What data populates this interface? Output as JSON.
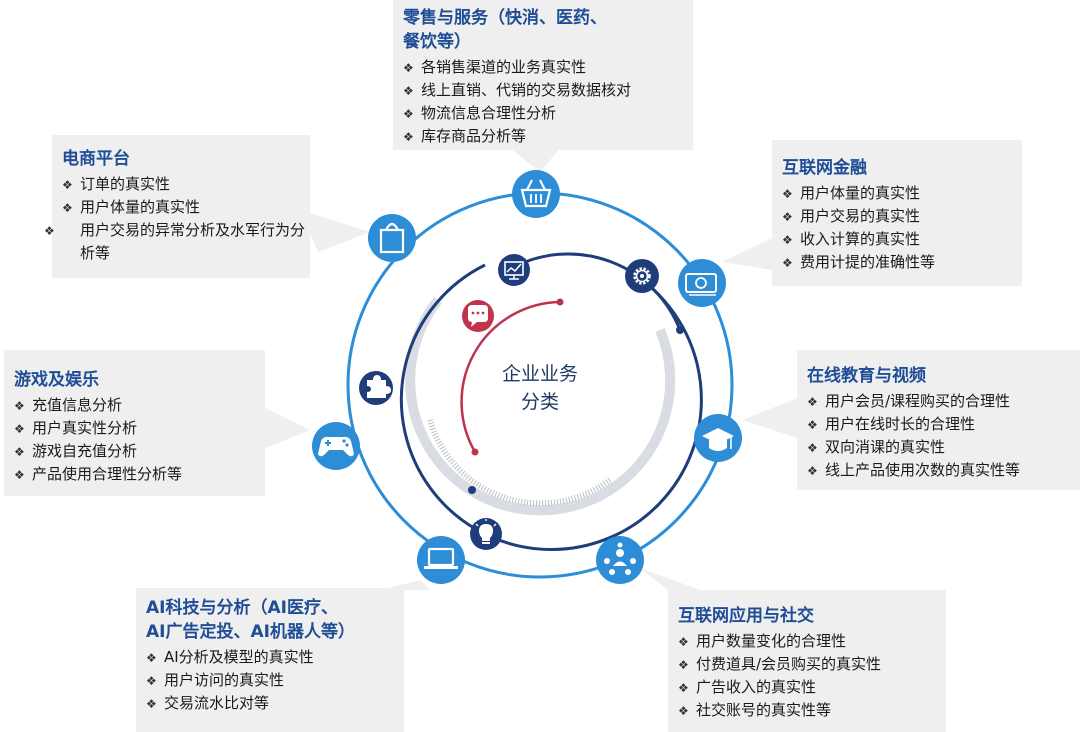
{
  "center": {
    "line1": "企业业务",
    "line2": "分类"
  },
  "colors": {
    "title": "#1f4e96",
    "outer_ring": "#2d8dd6",
    "dark_blue": "#1f3d7a",
    "red": "#c0334d",
    "box_bg": "#efefef"
  },
  "icons": {
    "basket": "basket-icon",
    "bag": "shopping-bag-icon",
    "money": "money-icon",
    "graduation": "graduation-cap-icon",
    "people": "people-network-icon",
    "laptop": "laptop-icon",
    "gamepad": "gamepad-icon",
    "chart": "chart-monitor-icon",
    "gear": "gear-icon",
    "chat": "chat-bubble-icon",
    "puzzle": "puzzle-icon",
    "bulb": "lightbulb-icon"
  },
  "categories": {
    "retail": {
      "title_line1": "零售与服务（快消、医药、",
      "title_line2": "餐饮等）",
      "items": [
        "各销售渠道的业务真实性",
        "线上直销、代销的交易数据核对",
        "物流信息合理性分析",
        "库存商品分析等"
      ]
    },
    "ecommerce": {
      "title": "电商平台",
      "items": [
        "订单的真实性",
        "用户体量的真实性",
        "用户交易的异常分析及水军行为分析等"
      ]
    },
    "fintech": {
      "title": "互联网金融",
      "items": [
        "用户体量的真实性",
        "用户交易的真实性",
        "收入计算的真实性",
        "费用计提的准确性等"
      ]
    },
    "gaming": {
      "title": "游戏及娱乐",
      "items": [
        "充值信息分析",
        "用户真实性分析",
        "游戏自充值分析",
        "产品使用合理性分析等"
      ]
    },
    "education": {
      "title": "在线教育与视频",
      "items": [
        "用户会员/课程购买的合理性",
        "用户在线时长的合理性",
        "双向消课的真实性",
        "线上产品使用次数的真实性等"
      ]
    },
    "ai": {
      "title_line1": "AI科技与分析（AI医疗、",
      "title_line2": "AI广告定投、AI机器人等）",
      "items": [
        "AI分析及模型的真实性",
        "用户访问的真实性",
        "交易流水比对等"
      ]
    },
    "social": {
      "title": "互联网应用与社交",
      "items": [
        "用户数量变化的合理性",
        "付费道具/会员购买的真实性",
        "广告收入的真实性",
        "社交账号的真实性等"
      ]
    }
  },
  "bullet": "❖"
}
